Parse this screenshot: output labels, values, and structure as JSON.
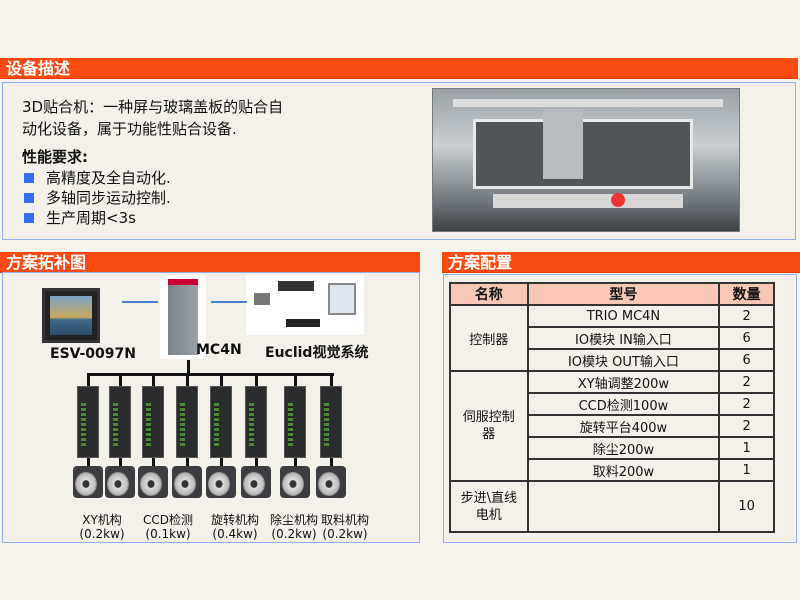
{
  "sections": {
    "description": "设备描述",
    "topology": "方案拓补图",
    "config": "方案配置"
  },
  "description": {
    "intro_line1": "3D贴合机：一种屏与玻璃盖板的贴合自",
    "intro_line2": "动化设备，属于功能性贴合设备.",
    "requirements_title": "性能要求:",
    "requirements": [
      "高精度及全自动化.",
      "多轴同步运动控制.",
      "生产周期<3s"
    ]
  },
  "topology": {
    "hmi": "ESV-0097N",
    "controller": "MC4N",
    "vision": "Euclid视觉系统",
    "groups": [
      {
        "name": "XY机构",
        "power": "(0.2kw)"
      },
      {
        "name": "CCD检测",
        "power": "(0.1kw)"
      },
      {
        "name": "旋转机构",
        "power": "(0.4kw)"
      },
      {
        "name": "除尘机构",
        "power": "(0.2kw)"
      },
      {
        "name": "取料机构",
        "power": "(0.2kw)"
      }
    ]
  },
  "config": {
    "headers": [
      "名称",
      "型号",
      "数量"
    ],
    "groups": [
      {
        "name": "控制器",
        "rows": [
          [
            "TRIO  MC4N",
            "2"
          ],
          [
            "IO模块  IN输入口",
            "6"
          ],
          [
            "IO模块  OUT输入口",
            "6"
          ]
        ]
      },
      {
        "name": "伺服控制器",
        "rows": [
          [
            "XY轴调整200w",
            "2"
          ],
          [
            "CCD检测100w",
            "2"
          ],
          [
            "旋转平台400w",
            "2"
          ],
          [
            "除尘200w",
            "1"
          ],
          [
            "取料200w",
            "1"
          ]
        ]
      },
      {
        "name": "步进\\直线电机",
        "rows": [
          [
            "",
            "10"
          ]
        ]
      }
    ]
  },
  "colors": {
    "header": "#fc4a13",
    "bullet": "#2f6ff0",
    "table_header": "#f9c8b4"
  }
}
